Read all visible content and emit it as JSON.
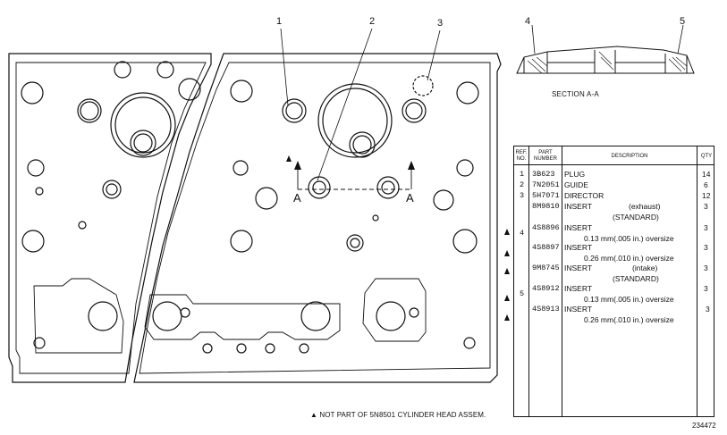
{
  "callouts": {
    "c1": "1",
    "c2": "2",
    "c3": "3",
    "c4": "4",
    "c5": "5"
  },
  "section_arrow": {
    "left": "A",
    "right": "A"
  },
  "section_label": "SECTION A-A",
  "table": {
    "headers": {
      "ref": "REF. NO.",
      "part": "PART NUMBER",
      "desc": "DESCRIPTION",
      "qty": "QTY"
    },
    "rows": [
      {
        "ref": "1",
        "part": "3B623",
        "desc": "PLUG",
        "qty": "14"
      },
      {
        "ref": "2",
        "part": "7N2051",
        "desc": "GUIDE",
        "qty": "6"
      },
      {
        "ref": "3",
        "part": "5H7071",
        "desc": "DIRECTOR",
        "qty": "12"
      },
      {
        "ref": "",
        "part": "8M9810",
        "desc": "INSERT",
        "desc_mid": "(exhaust)",
        "desc2": "(STANDARD)",
        "qty": "3"
      },
      {
        "ref": "4",
        "part": "4S8896",
        "desc": "INSERT",
        "desc2": "0.13 mm(.005 in.) oversize",
        "qty": "3"
      },
      {
        "ref": "",
        "part": "4S8897",
        "desc": "INSERT",
        "desc2": "0.26 mm(.010 in.) oversize",
        "qty": "3"
      },
      {
        "ref": "",
        "part": "9M8745",
        "desc": "INSERT",
        "desc_mid": "(intake)",
        "desc2": "(STANDARD)",
        "qty": "3"
      },
      {
        "ref": "5",
        "part": "4S8912",
        "desc": "INSERT",
        "desc2": "0.13 mm(.005 in.) oversize",
        "qty": "3"
      },
      {
        "ref": "",
        "part": "4S8913",
        "desc": "INSERT",
        "desc2": "0.26 mm(.010 in.) oversize",
        "qty": "3"
      }
    ],
    "marker": "▲"
  },
  "footnote": "▲ NOT PART OF 5N8501 CYLINDER HEAD ASSEM.",
  "figure_number": "234472"
}
